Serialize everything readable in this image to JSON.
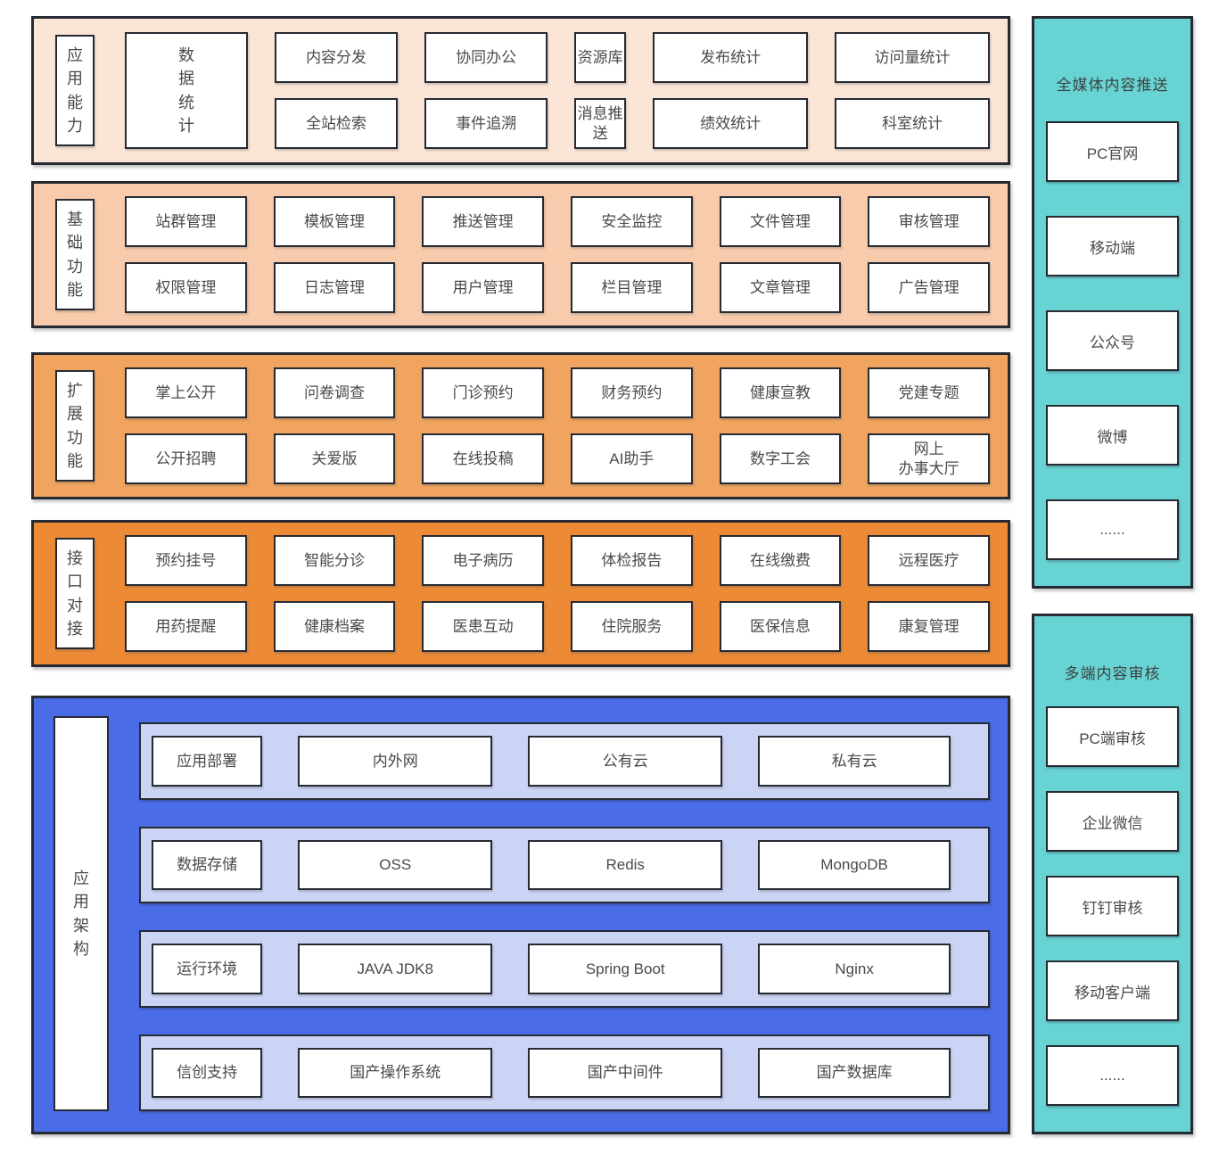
{
  "colors": {
    "band_capability_bg": "#fbe5d6",
    "band_basic_bg": "#f8cbad",
    "band_extend_bg": "#f1a45f",
    "band_interface_bg": "#ec8a36",
    "architecture_bg": "#4a6ce6",
    "architecture_row_bg": "#ccd4f6",
    "side_panel_bg": "#68d3d3",
    "box_bg": "#ffffff",
    "border": "#262a33"
  },
  "bands": [
    {
      "label": "应用能力",
      "items": [
        "内容分发",
        "协同办公",
        "资源库",
        "数据统计",
        "发布统计",
        "访问量统计",
        "全站检索",
        "事件追溯",
        "消息推送",
        "绩效统计",
        "科室统计"
      ]
    },
    {
      "label": "基础功能",
      "items": [
        "站群管理",
        "模板管理",
        "推送管理",
        "安全监控",
        "文件管理",
        "审核管理",
        "权限管理",
        "日志管理",
        "用户管理",
        "栏目管理",
        "文章管理",
        "广告管理"
      ]
    },
    {
      "label": "扩展功能",
      "items": [
        "掌上公开",
        "问卷调查",
        "门诊预约",
        "财务预约",
        "健康宣教",
        "党建专题",
        "公开招聘",
        "关爱版",
        "在线投稿",
        "AI助手",
        "数字工会",
        "网上\n办事大厅"
      ]
    },
    {
      "label": "接口对接",
      "items": [
        "预约挂号",
        "智能分诊",
        "电子病历",
        "体检报告",
        "在线缴费",
        "远程医疗",
        "用药提醒",
        "健康档案",
        "医患互动",
        "住院服务",
        "医保信息",
        "康复管理"
      ]
    }
  ],
  "architecture": {
    "label": "应用架构",
    "rows": [
      [
        "应用部署",
        "内外网",
        "公有云",
        "私有云"
      ],
      [
        "数据存储",
        "OSS",
        "Redis",
        "MongoDB"
      ],
      [
        "运行环境",
        "JAVA JDK8",
        "Spring Boot",
        "Nginx"
      ],
      [
        "信创支持",
        "国产操作系统",
        "国产中间件",
        "国产数据库"
      ]
    ]
  },
  "side_panels": [
    {
      "title": "全媒体内容推送",
      "items": [
        "PC官网",
        "移动端",
        "公众号",
        "微博",
        "......"
      ]
    },
    {
      "title": "多端内容审核",
      "items": [
        "PC端审核",
        "企业微信",
        "钉钉审核",
        "移动客户端",
        "......"
      ]
    }
  ]
}
